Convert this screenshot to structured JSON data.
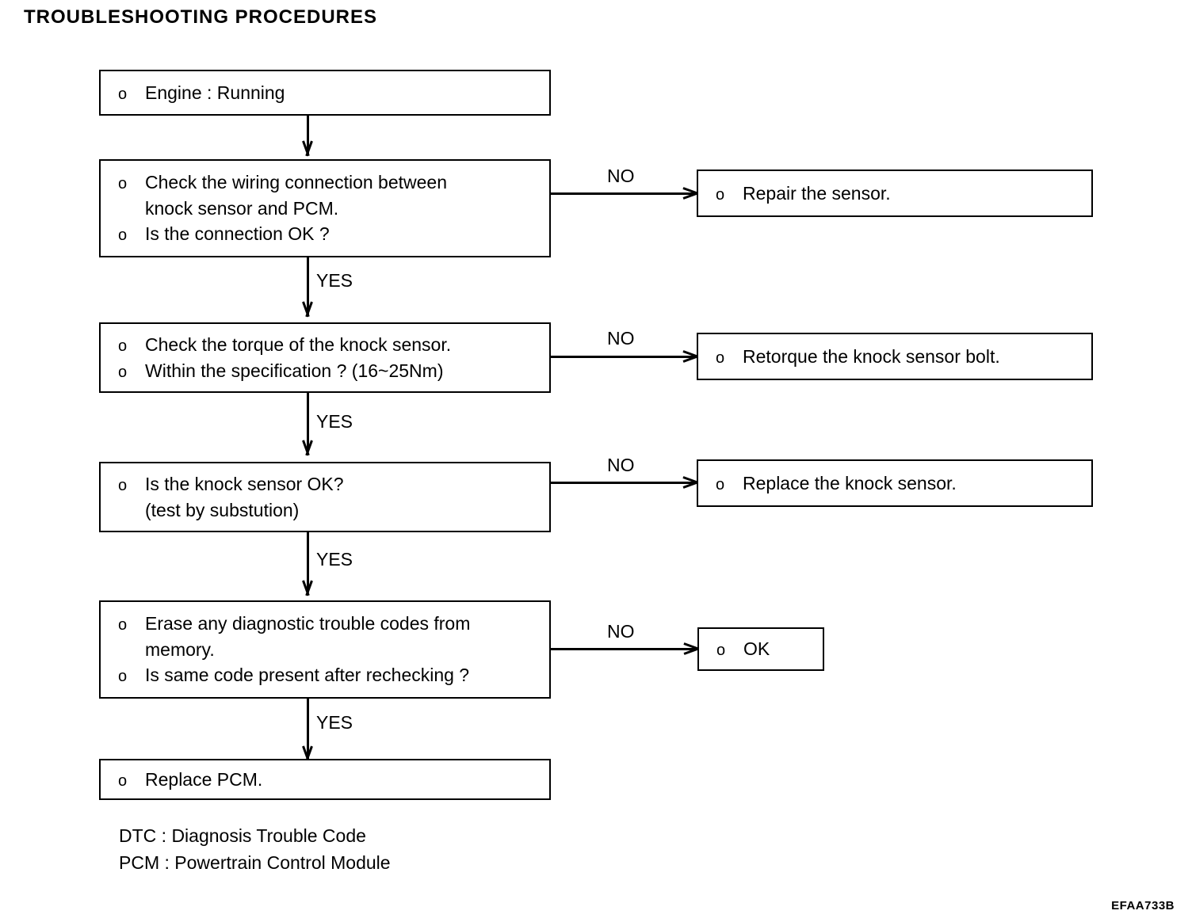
{
  "document": {
    "title": "TROUBLESHOOTING PROCEDURES",
    "figure_reference": "EFAA733B"
  },
  "flow": {
    "bullet_marker": "o",
    "nodes": [
      {
        "id": "engine-running",
        "lines": [
          "Engine : Running"
        ]
      },
      {
        "id": "check-wiring",
        "lines": [
          "Check the wiring connection between",
          "knock sensor and PCM.",
          "Is the connection OK ?"
        ]
      },
      {
        "id": "repair-sensor",
        "lines": [
          "Repair the sensor."
        ]
      },
      {
        "id": "check-torque",
        "lines": [
          "Check the torque of the knock sensor.",
          "Within the specification ? (16~25Nm)"
        ]
      },
      {
        "id": "retorque-bolt",
        "lines": [
          "Retorque the knock sensor bolt."
        ]
      },
      {
        "id": "knock-sensor-ok",
        "lines": [
          "Is the knock sensor OK?",
          "(test by substution)"
        ]
      },
      {
        "id": "replace-knock-sensor",
        "lines": [
          "Replace the knock sensor."
        ]
      },
      {
        "id": "erase-codes",
        "lines": [
          "Erase any diagnostic trouble codes from",
          "memory.",
          "Is same code present after rechecking ?"
        ]
      },
      {
        "id": "ok-result",
        "lines": [
          "OK"
        ]
      },
      {
        "id": "replace-pcm",
        "lines": [
          "Replace PCM."
        ]
      }
    ],
    "edge_labels": {
      "yes": "YES",
      "no": "NO"
    }
  },
  "legend": {
    "entries": [
      "DTC : Diagnosis Trouble Code",
      "PCM : Powertrain Control Module"
    ]
  },
  "text": {
    "b1_l1": "Engine : Running",
    "b2_l1": "Check the wiring connection between",
    "b2_l2": "knock sensor and PCM.",
    "b2_l3": "Is the connection OK ?",
    "r1_l1": "Repair the sensor.",
    "b3_l1": "Check the torque of the knock sensor.",
    "b3_l2": "Within the specification ? (16~25Nm)",
    "r2_l1": "Retorque the knock sensor bolt.",
    "b4_l1": "Is the knock sensor OK?",
    "b4_l2": "(test by substution)",
    "r3_l1": "Replace the knock sensor.",
    "b5_l1": "Erase any diagnostic trouble codes from",
    "b5_l2": "memory.",
    "b5_l3": "Is same code present after rechecking ?",
    "r4_l1": "OK",
    "b6_l1": "Replace PCM.",
    "yes1": "YES",
    "yes2": "YES",
    "yes3": "YES",
    "yes4": "YES",
    "no1": "NO",
    "no2": "NO",
    "no3": "NO",
    "no4": "NO",
    "bullet": "o",
    "legend1": "DTC : Diagnosis Trouble Code",
    "legend2": "PCM : Powertrain Control Module"
  }
}
